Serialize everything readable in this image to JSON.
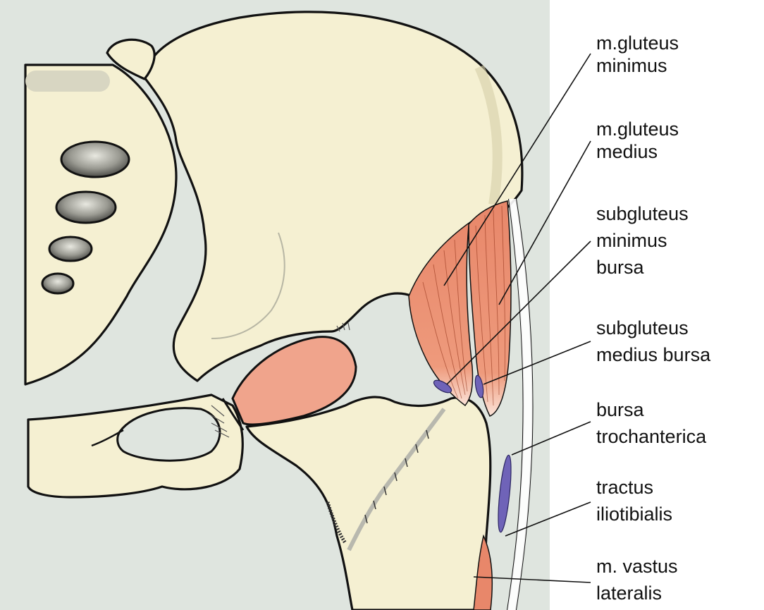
{
  "colors": {
    "background_panel": "#dfe5df",
    "bone": "#f5f0d2",
    "bone_shadow": "#d9d3ad",
    "muscle": "#e98a68",
    "cartilage": "#f0a48c",
    "bursa": "#6f63b8",
    "outline": "#111111"
  },
  "labels": {
    "gluteus_minimus": [
      "m.gluteus",
      "minimus"
    ],
    "gluteus_medius": [
      "m.gluteus",
      "medius"
    ],
    "subgluteus_minimus_bursa": [
      "subgluteus",
      "minimus",
      "bursa"
    ],
    "subgluteus_medius_bursa": [
      "subgluteus",
      "medius bursa"
    ],
    "bursa_trochanterica": [
      "bursa",
      "trochanterica"
    ],
    "tractus_iliotibialis": [
      "tractus",
      "iliotibialis"
    ],
    "vastus_lateralis": [
      "m. vastus",
      "lateralis"
    ]
  }
}
